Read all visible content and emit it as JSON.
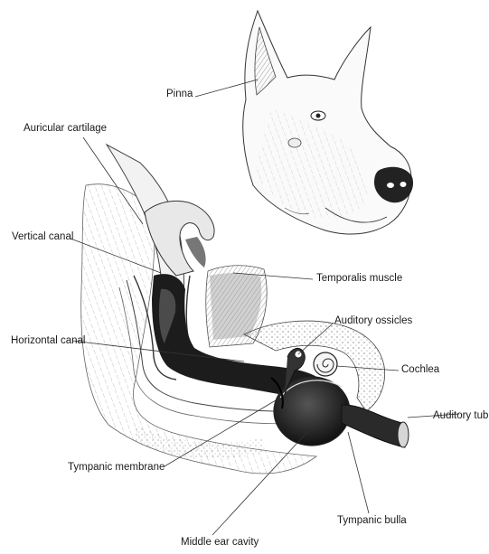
{
  "labels": {
    "pinna": "Pinna",
    "auricular_cartilage": "Auricular cartilage",
    "vertical_canal": "Vertical canal",
    "temporalis_muscle": "Temporalis muscle",
    "auditory_ossicles": "Auditory ossicles",
    "horizontal_canal": "Horizontal canal",
    "cochlea": "Cochlea",
    "auditory_tube": "Auditory tub",
    "tympanic_membrane": "Tympanic membrane",
    "tympanic_bulla": "Tympanic bulla",
    "middle_ear_cavity": "Middle ear cavity"
  }
}
